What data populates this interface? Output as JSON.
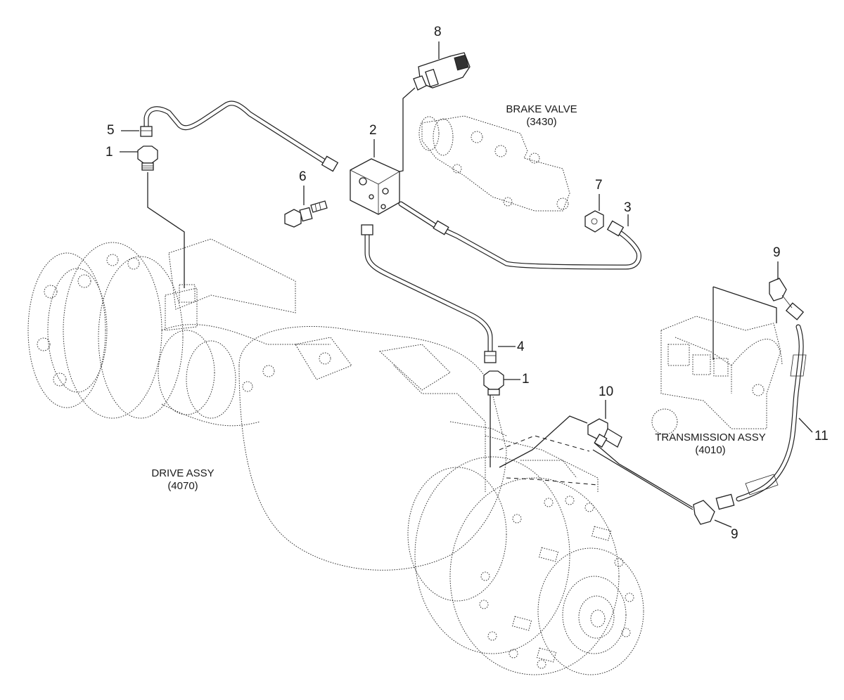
{
  "callouts": {
    "c1a": "1",
    "c1b": "1",
    "c2": "2",
    "c3": "3",
    "c4": "4",
    "c5": "5",
    "c6": "6",
    "c7": "7",
    "c8": "8",
    "c9a": "9",
    "c9b": "9",
    "c10": "10",
    "c11": "11"
  },
  "assemblies": {
    "brake_valve": {
      "name": "BRAKE VALVE",
      "code": "(3430)"
    },
    "transmission": {
      "name": "TRANSMISSION ASSY",
      "code": "(4010)"
    },
    "drive": {
      "name": "DRIVE ASSY",
      "code": "(4070)"
    }
  }
}
